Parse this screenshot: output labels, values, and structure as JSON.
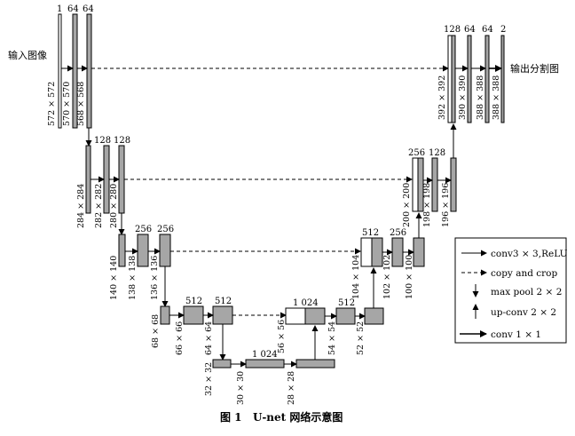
{
  "input_label": "输入图像",
  "output_label": "输出分割图",
  "caption": "图 1   U-net 网络示意图",
  "colors": {
    "block_fill": "#a6a6a6",
    "white_fill": "#ffffff",
    "stroke": "#000000"
  },
  "blocks": {
    "b1_ch": "1",
    "b2_ch": "64",
    "b3_ch": "64",
    "b1_size": "572 × 572",
    "b2_size": "570 × 570",
    "b3_size": "568 × 568",
    "b4_size": "284 × 284",
    "b5_ch": "128",
    "b5_size": "282 × 282",
    "b6_ch": "128",
    "b6_size": "280 × 280",
    "b7_size": "140 × 140",
    "b8_ch": "256",
    "b8_size": "138 × 138",
    "b9_ch": "256",
    "b9_size": "136 × 136",
    "b10_size": "68 × 68",
    "b11_ch": "512",
    "b11_size": "66 × 66",
    "b12_ch": "512",
    "b12_size": "64 × 64",
    "b13_size": "32 × 32",
    "b14_ch": "1 024",
    "b14_size": "30 × 30",
    "b15_size": "28 × 28",
    "u4_ch": "1 024",
    "u4_size": "56 × 56",
    "u4b_ch": "512",
    "u4b_size": "54 × 54",
    "u4c_size": "52 × 52",
    "u3_ch": "512",
    "u3_size": "104 × 104",
    "u3b_ch": "256",
    "u3b_size": "102 × 102",
    "u3c_size": "100 × 100",
    "u2_ch": "256",
    "u2_size": "200 × 200",
    "u2b_ch": "128",
    "u2b_size": "198 × 198",
    "u2c_size": "196 × 196",
    "u1_ch": "128",
    "u1_size": "392 × 392",
    "u1b_ch": "64",
    "u1b_size": "390 × 390",
    "u1c_ch": "64",
    "u1c_size": "388 × 388",
    "out_ch": "2",
    "out_size": "388 × 388"
  },
  "legend": {
    "conv": "conv3 × 3,ReLU",
    "copy": "copy and crop",
    "pool": "max pool 2 × 2",
    "upconv": "up-conv 2 × 2",
    "conv1": "conv 1 × 1"
  }
}
